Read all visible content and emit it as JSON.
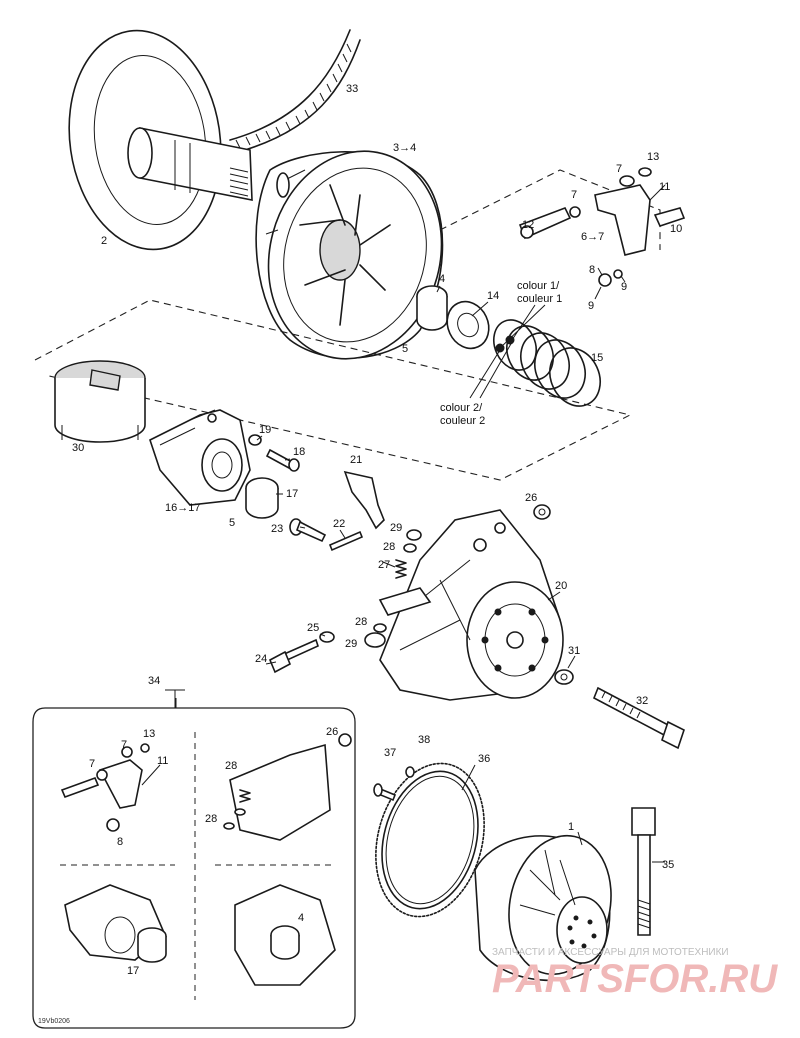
{
  "callouts": {
    "c33": "33",
    "c2": "2",
    "c3to4": "3→4",
    "c7a": "7",
    "c13": "13",
    "c7b": "7",
    "c11": "11",
    "c12": "12",
    "c6to7": "6→7",
    "c10": "10",
    "c8": "8",
    "c9a": "9",
    "c9b": "9",
    "c4": "4",
    "c14": "14",
    "c5a": "5",
    "c15": "15",
    "c30": "30",
    "c19": "19",
    "c18": "18",
    "c17": "17",
    "c16to17": "16→17",
    "c5b": "5",
    "c21": "21",
    "c26": "26",
    "c22": "22",
    "c23": "23",
    "c29a": "29",
    "c28a": "28",
    "c27": "27",
    "c20": "20",
    "c28b": "28",
    "c25": "25",
    "c29b": "29",
    "c31": "31",
    "c24": "24",
    "c32": "32",
    "c34": "34",
    "c1": "1",
    "c35": "35",
    "c36": "36",
    "c37": "37",
    "c38": "38"
  },
  "color_notes": {
    "colour1_line1": "colour 1/",
    "colour1_line2": "couleur 1",
    "colour2_line1": "colour 2/",
    "colour2_line2": "couleur 2"
  },
  "inset": {
    "c13": "13",
    "c7a": "7",
    "c7b": "7",
    "c11": "11",
    "c8": "8",
    "c26": "26",
    "c28a": "28",
    "c28b": "28",
    "c4": "4",
    "c17": "17"
  },
  "drawing_code": "19Vb0206",
  "watermark": {
    "tagline": "ЗАПЧАСТИ И АКСЕССУАРЫ ДЛЯ МОТОТЕХНИКИ",
    "brand": "PARTSFOR.RU"
  },
  "colors": {
    "line": "#1a1a1a",
    "watermark_brand": "#f0b8b8"
  }
}
